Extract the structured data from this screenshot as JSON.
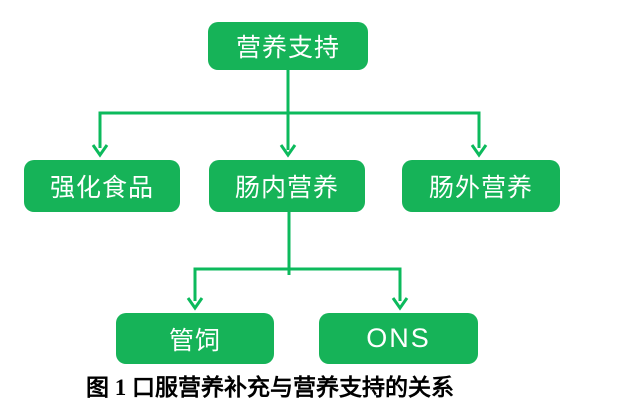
{
  "figure": {
    "type": "flowchart",
    "caption": "图 1 口服营养补充与营养支持的关系",
    "colors": {
      "background": "#FFFFFF",
      "node_fill": "#16B358",
      "node_text": "#FFFFFF",
      "connector": "#0CBA5C",
      "caption_text": "#000000"
    },
    "nodes": [
      {
        "id": "root",
        "label": "营养支持"
      },
      {
        "id": "fortified_food",
        "label": "强化食品"
      },
      {
        "id": "enteral_nutrition",
        "label": "肠内营养"
      },
      {
        "id": "parenteral_nutrition",
        "label": "肠外营养"
      },
      {
        "id": "tube_feeding",
        "label": "管饲"
      },
      {
        "id": "ons",
        "label": "ONS"
      }
    ],
    "edges": [
      {
        "from": "root",
        "to": "fortified_food"
      },
      {
        "from": "root",
        "to": "enteral_nutrition"
      },
      {
        "from": "root",
        "to": "parenteral_nutrition"
      },
      {
        "from": "enteral_nutrition",
        "to": "tube_feeding"
      },
      {
        "from": "enteral_nutrition",
        "to": "ons"
      }
    ]
  }
}
